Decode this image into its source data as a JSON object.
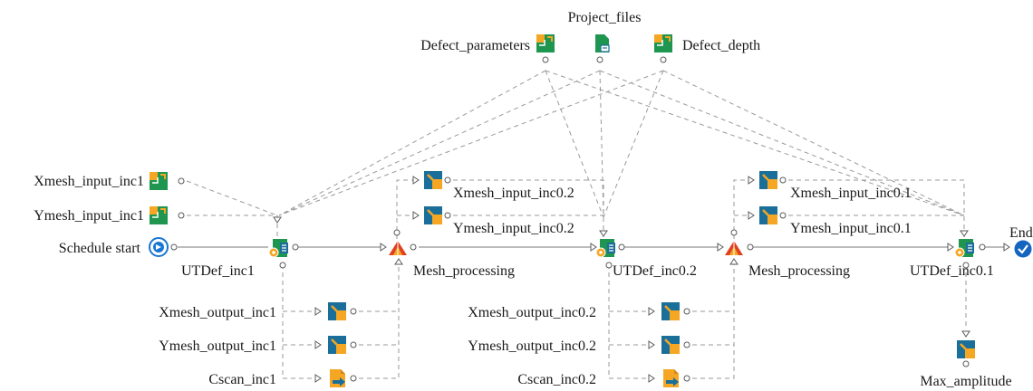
{
  "diagram": {
    "nodes": {
      "project_files": "Project_files",
      "defect_parameters": "Defect_parameters",
      "defect_depth": "Defect_depth",
      "xmesh_input_inc1": "Xmesh_input_inc1",
      "ymesh_input_inc1": "Ymesh_input_inc1",
      "schedule_start": "Schedule start",
      "utdef_inc1": "UTDef_inc1",
      "mesh_processing_1": "Mesh_processing",
      "xmesh_input_inc02": "Xmesh_input_inc0.2",
      "ymesh_input_inc02": "Ymesh_input_inc0.2",
      "utdef_inc02": "UTDef_inc0.2",
      "mesh_processing_2": "Mesh_processing",
      "xmesh_input_inc01": "Xmesh_input_inc0.1",
      "ymesh_input_inc01": "Ymesh_input_inc0.1",
      "utdef_inc01": "UTDef_inc0.1",
      "end": "End",
      "max_amplitude": "Max_amplitude",
      "xmesh_output_inc1": "Xmesh_output_inc1",
      "ymesh_output_inc1": "Ymesh_output_inc1",
      "cscan_inc1": "Cscan_inc1",
      "xmesh_output_inc02": "Xmesh_output_inc0.2",
      "ymesh_output_inc02": "Ymesh_output_inc0.2",
      "cscan_inc02": "Cscan_inc0.2"
    }
  },
  "colors": {
    "green": "#1e9650",
    "blue": "#1a6f9a",
    "orange": "#f5a623",
    "red": "#e0401f",
    "start_blue": "#1976d2",
    "end_blue": "#1565c0",
    "line": "#9a9a9a"
  }
}
